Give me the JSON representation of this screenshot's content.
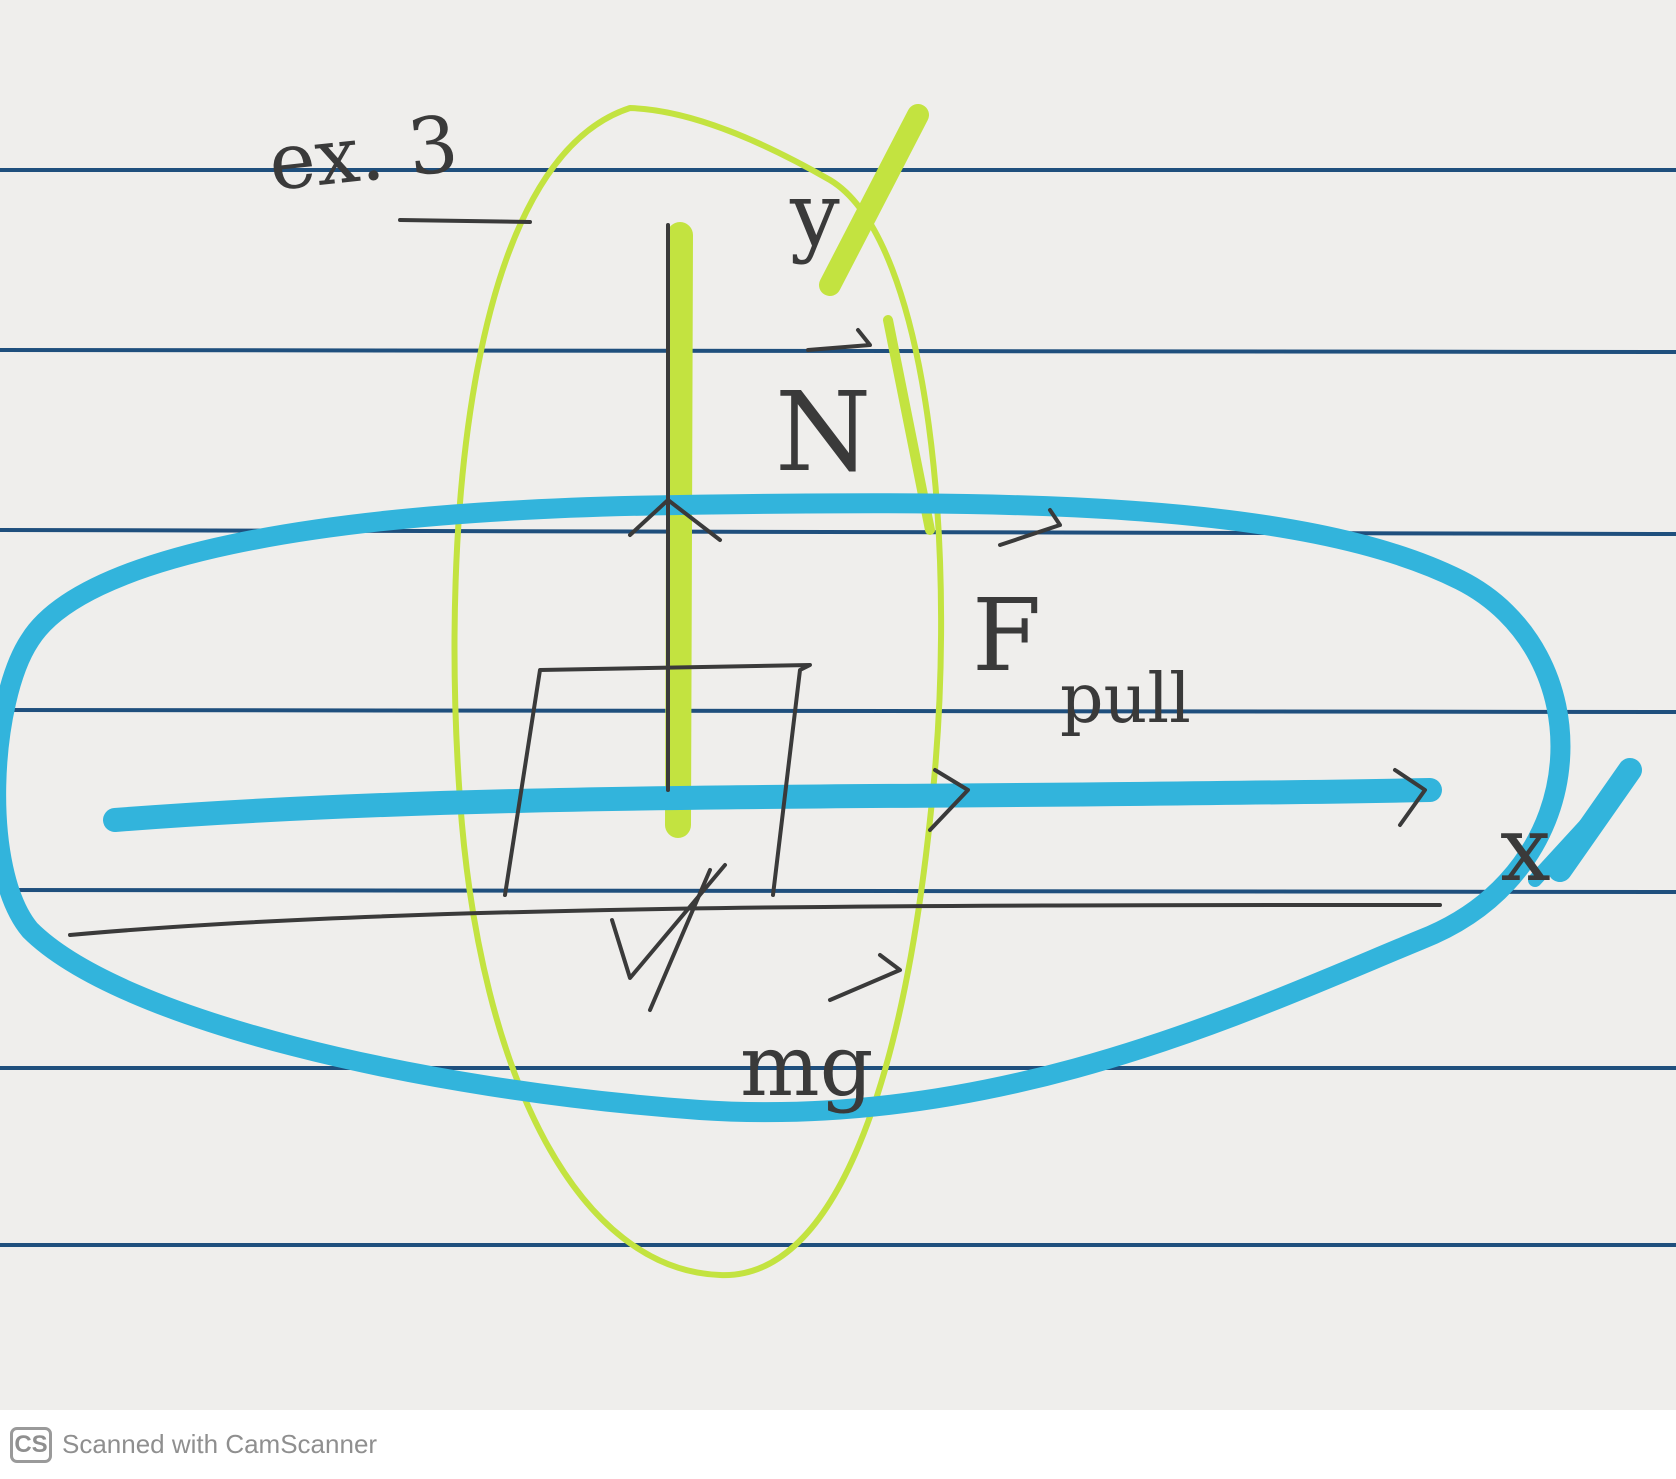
{
  "note": {
    "title": "ex. 3",
    "axis_y_label": "y",
    "axis_x_label": "x",
    "normal_force_label": "N",
    "pull_force_label": "F",
    "pull_force_subscript": "pull",
    "weight_label": "mg"
  },
  "footer": {
    "logo_text": "CS",
    "scanner_text": "Scanned with CamScanner"
  },
  "colors": {
    "ruled_line": "#1f4f7d",
    "pencil": "#3a3a3a",
    "highlight_green": "#c3e340",
    "highlight_blue": "#32b4dc"
  }
}
